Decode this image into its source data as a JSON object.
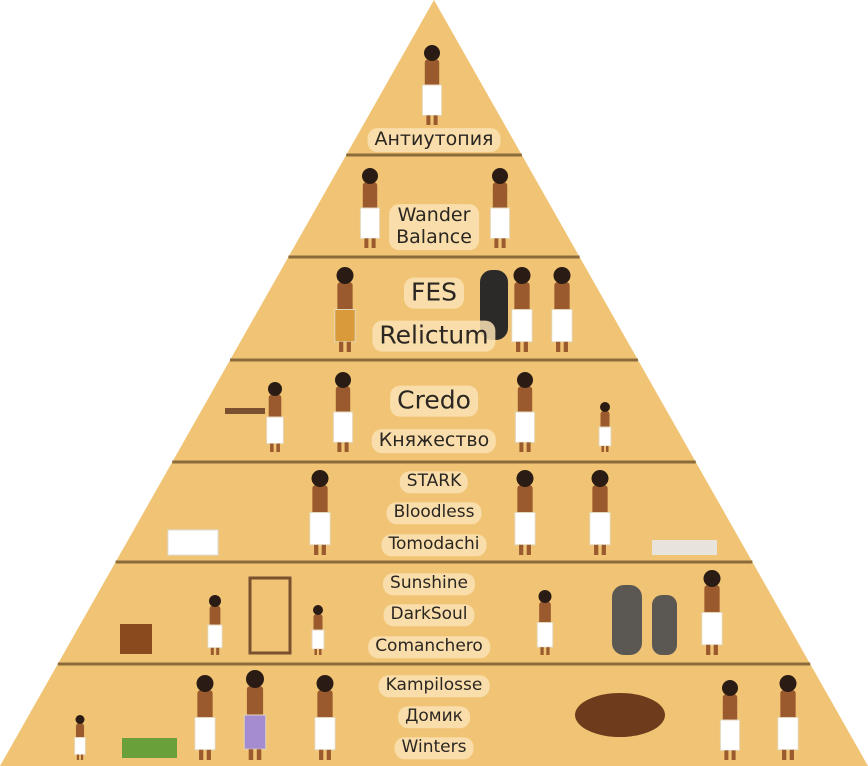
{
  "colors": {
    "pyramid": "#f0c474",
    "divider": "#8b6b3c",
    "pill": "#fae2b4",
    "text": "#2a2622"
  },
  "tiers": [
    {
      "labels": [
        "Антиутопия"
      ]
    },
    {
      "labels": [
        "Wander",
        "Balance"
      ]
    },
    {
      "labels": [
        "FES",
        "Relictum"
      ]
    },
    {
      "labels": [
        "Credo",
        "Княжество"
      ]
    },
    {
      "labels": [
        "STARK",
        "Bloodless",
        "Tomodachi"
      ]
    },
    {
      "labels": [
        "Sunshine",
        "DarkSoul",
        "Comanchero"
      ]
    },
    {
      "labels": [
        "Kampilosse",
        "Домик",
        "Winters"
      ]
    }
  ]
}
